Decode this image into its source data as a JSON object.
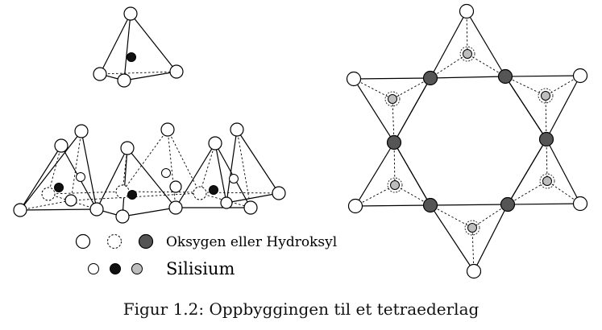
{
  "legend": {
    "oxygen_label": "Oksygen eller Hydroksyl",
    "silicon_label": "Silisium"
  },
  "caption": "Figur 1.2: Oppbyggingen til et tetraederlag",
  "colors": {
    "outline": "#000000",
    "oxygen_fill": "#ffffff",
    "oxygen_shared_fill": "#555555",
    "silicon_black": "#111111",
    "silicon_grey": "#bdbdbd"
  }
}
